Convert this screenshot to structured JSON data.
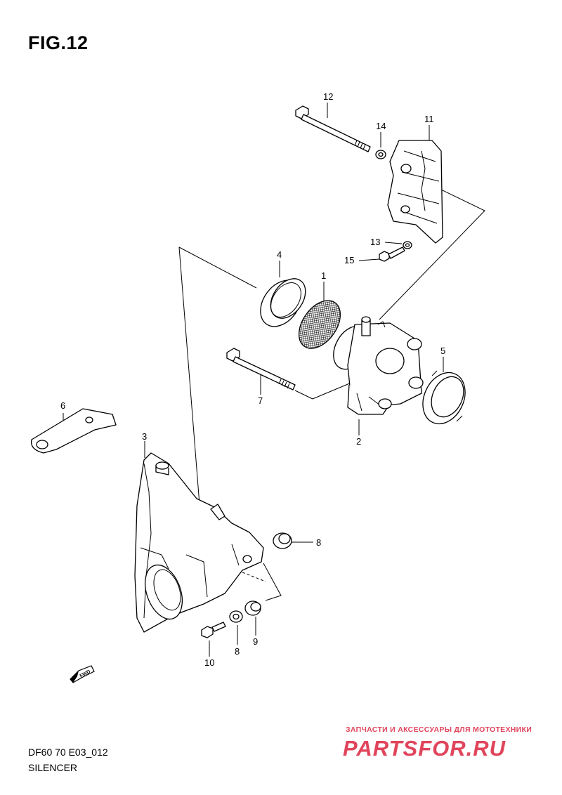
{
  "figure": {
    "title": "FIG.12",
    "code": "DF60 70 E03_012",
    "name": "SILENCER"
  },
  "callouts": [
    "12",
    "14",
    "11",
    "13",
    "15",
    "4",
    "1",
    "5",
    "7",
    "2",
    "6",
    "3",
    "8",
    "8",
    "9",
    "10"
  ],
  "fwd_label": "FWD",
  "watermark": {
    "line1": "ЗАПЧАСТИ И АКСЕССУАРЫ ДЛЯ МОТОТЕХНИКИ",
    "line2": "PARTSFOR.RU",
    "color": "#e0455c"
  }
}
